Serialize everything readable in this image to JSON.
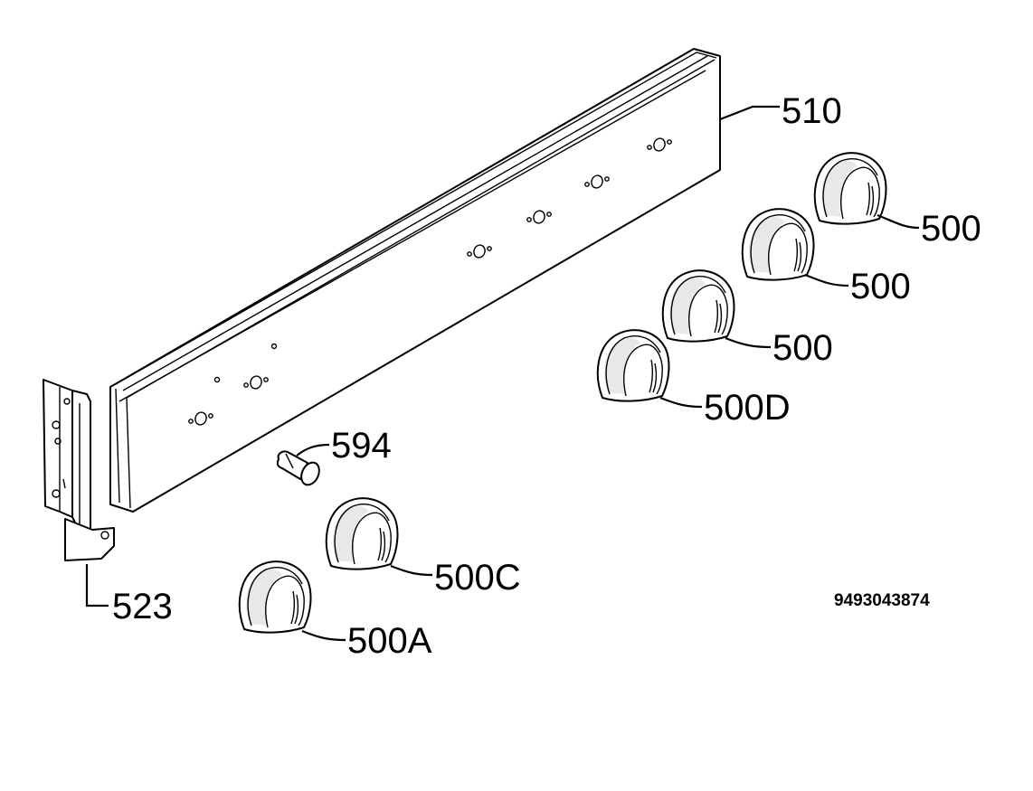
{
  "parts": [
    {
      "id": "panel",
      "label": "510"
    },
    {
      "id": "knob-1",
      "label": "500"
    },
    {
      "id": "knob-2",
      "label": "500"
    },
    {
      "id": "knob-3",
      "label": "500"
    },
    {
      "id": "knob-4",
      "label": "500D"
    },
    {
      "id": "spindle",
      "label": "594"
    },
    {
      "id": "knob-5",
      "label": "500C"
    },
    {
      "id": "knob-6",
      "label": "500A"
    },
    {
      "id": "bracket",
      "label": "523"
    }
  ],
  "reference_number": "9493043874"
}
